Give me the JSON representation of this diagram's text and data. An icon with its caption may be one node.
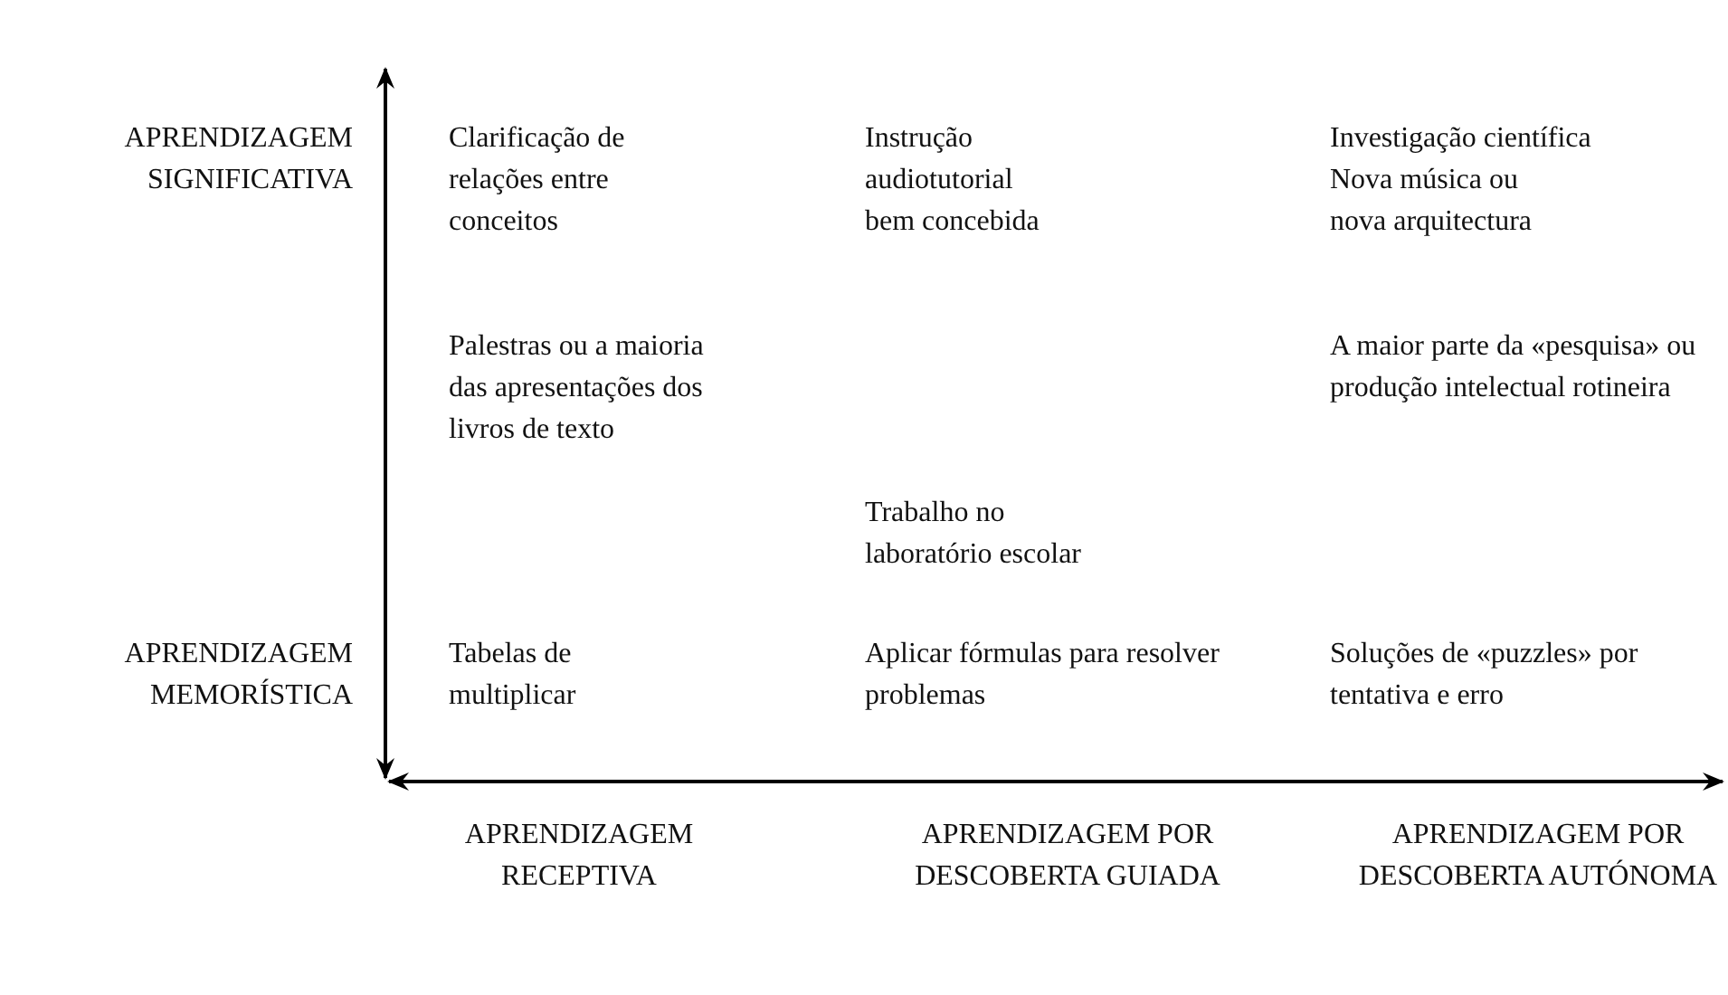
{
  "diagram": {
    "labels": [
      "APRENDIZAGEM SIGNIFICATIVA",
      "Clarificação de relações entre conceitos",
      "Instrução audiotutorial bem concebida",
      "Investigação científica",
      "Nova música ou nova arquitectura",
      "Palestras ou a maioria das apresentações dos livros de texto",
      "A maior parte da «pesquisa» ou produção intelectual rotineira",
      "Trabalho no laboratório escolar",
      "APRENDIZAGEM MEMORÍSTICA",
      "Tabelas de multiplicar",
      "Aplicar fórmulas para resolver problemas",
      "Soluções de «puzzles» por tentativa e erro",
      "APRENDIZAGEM RECEPTIVA",
      "APRENDIZAGEM POR DESCOBERTA GUIADA",
      "APRENDIZAGEM POR DESCOBERTA AUTÓNOMA"
    ]
  }
}
